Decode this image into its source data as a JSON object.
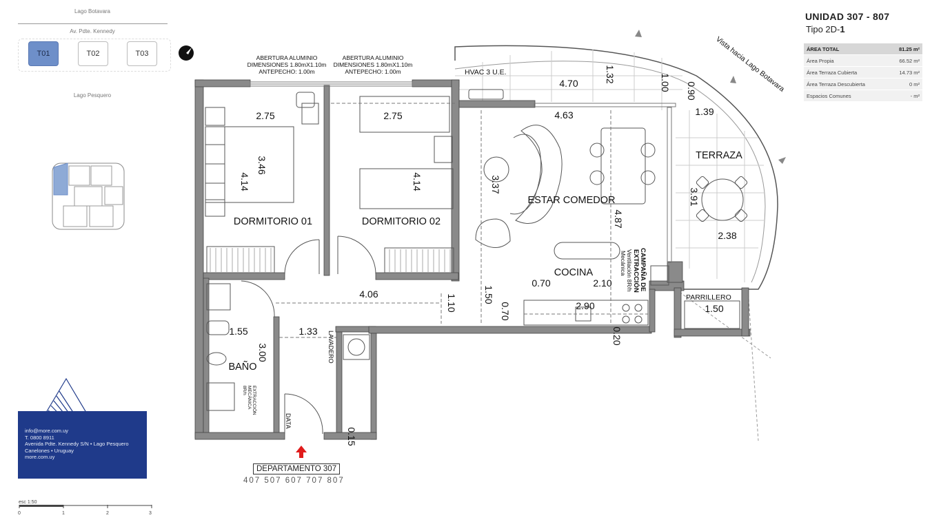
{
  "site_plan": {
    "top_label": "Lago Botavara",
    "street_label": "Av. Pdte. Kennedy",
    "bottom_label": "Lago Pesquero",
    "towers": [
      {
        "label": "T01",
        "active": true
      },
      {
        "label": "T02",
        "active": false
      },
      {
        "label": "T03",
        "active": false
      }
    ]
  },
  "unit": {
    "title": "UNIDAD 307 - 807",
    "type_prefix": "Tipo 2D-",
    "type_number": "1"
  },
  "areas": [
    {
      "label": "ÁREA TOTAL",
      "value": "81.25 m²"
    },
    {
      "label": "Área Propia",
      "value": "66.52 m²"
    },
    {
      "label": "Área Terraza Cubierta",
      "value": "14.73 m²"
    },
    {
      "label": "Área Terraza Descubierta",
      "value": "0 m²"
    },
    {
      "label": "Espacios Comunes",
      "value": "- m²"
    }
  ],
  "plan": {
    "window_notes": [
      {
        "line1": "ABERTURA ALUMINIO",
        "line2": "DIMENSIONES 1.80mX1.10m",
        "line3": "ANTEPECHO: 1.00m"
      },
      {
        "line1": "ABERTURA ALUMINIO",
        "line2": "DIMENSIONES 1.80mX1.10m",
        "line3": "ANTEPECHO: 1.00m"
      }
    ],
    "rooms": {
      "dorm1": "DORMITORIO 01",
      "dorm2": "DORMITORIO 02",
      "estar": "ESTAR COMEDOR",
      "cocina": "COCINA",
      "terraza": "TERRAZA",
      "bano": "BAÑO",
      "lavadero": "LAVADERO",
      "parrillero": "PARRILLERO",
      "hvac": "HVAC 3 U.E.",
      "data": "DATA",
      "campana": [
        "CAMPAÑA DE",
        "EXTRACCIÓN",
        "Ventilación 8R/h",
        "Mecánica"
      ],
      "extraccion": [
        "EXTRACCIÓN",
        "MECÁNICA",
        "8R/h"
      ]
    },
    "dims": {
      "d1_w": "2.75",
      "d1_h1": "3.46",
      "d1_h2": "4.14",
      "d2_w": "2.75",
      "d2_h": "4.14",
      "hall": "4.06",
      "hall2": "1.33",
      "hall_h": "1.10",
      "bano_w": "1.55",
      "bano_h": "3.00",
      "door_small": "0.15",
      "estar_w": "4.63",
      "estar_h": "4.87",
      "estar_left": "3.37",
      "terr_top": "4.70",
      "terr_v1": "1.32",
      "terr_v2": "1.00",
      "terr_v3": "0.90",
      "terr_w": "1.39",
      "terr_h": "3.91",
      "terr_w2": "2.38",
      "coc_a": "0.70",
      "coc_b": "2.10",
      "coc_c": "2.90",
      "coc_d": "1.50",
      "coc_e": "0.70",
      "coc_f": "0.20",
      "parr": "1.50"
    },
    "view_label": "Vista hacia Lago Botavara"
  },
  "contact": {
    "email": "info@more.com.uy",
    "phone": "T. 0800 8911",
    "address": "Avenida Pdte. Kennedy S/N • Lago Pesquero",
    "city": "Canelones • Uruguay",
    "web": "more.com.uy"
  },
  "department": {
    "label": "DEPARTAMENTO 307",
    "list": "407 507 607 707 807"
  },
  "scale": {
    "label": "esc 1:50",
    "ticks": [
      "0",
      "1",
      "2",
      "3"
    ]
  },
  "colors": {
    "accent": "#1f3a8a",
    "tower_active": "#6e8fc9",
    "entry_arrow": "#e01b1b",
    "wall": "#8a8a8a"
  }
}
